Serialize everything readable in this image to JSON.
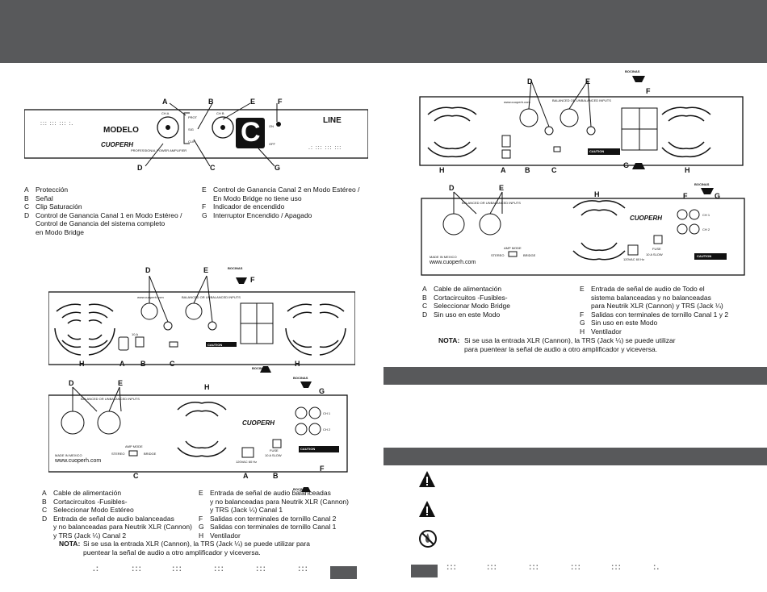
{
  "front_panel": {
    "model_label": "MODELO",
    "brand": "CUOPERH",
    "subtitle": "PROFESSIONAL POWER AMPLIFIER",
    "line_label": "LINE",
    "ch_a": "CH A",
    "ch_b": "CH B",
    "prot": "PROT",
    "sig": "SIG",
    "clip": "CLIP",
    "on": "ON",
    "off": "OFF",
    "big_logo": "C",
    "dots_left": "::: ::: ::: :.",
    "dots_right": ".: ::: ::: :::",
    "letters": {
      "A": "A",
      "B": "B",
      "C": "C",
      "D": "D",
      "E": "E",
      "F": "F",
      "G": "G"
    }
  },
  "legend_front": {
    "left": [
      {
        "key": "A",
        "text": "Protección"
      },
      {
        "key": "B",
        "text": "Señal"
      },
      {
        "key": "C",
        "text": "Clip Saturación"
      },
      {
        "key": "D",
        "text": "Control de Ganancia Canal 1 en Modo Estéreo /\nControl de Ganancia del sistema completo\nen Modo Bridge"
      }
    ],
    "right": [
      {
        "key": "E",
        "text": "Control de Ganancia Canal 2 en Modo Estéreo /\nEn Modo Bridge no tiene uso"
      },
      {
        "key": "F",
        "text": "Indicador de encendido"
      },
      {
        "key": "G",
        "text": "Interruptor Encendido / Apagado"
      }
    ]
  },
  "rear": {
    "bocinas": "BOCINAS",
    "caution": "CAUTION",
    "website": "www.cuoperh.com",
    "made_in": "MADE IN MEXICO",
    "brand": "CUOPERH",
    "balanced_label": "BALANCED OR UNBALANCED INPUTS",
    "ch1": "CH 1",
    "ch2": "CH 2",
    "stereo": "STEREO",
    "bridge": "BRIDGE",
    "amp_mode": "AMP MODE",
    "fuse": "FUSE",
    "voltage": "120VAC 60 Hz",
    "fuse_rating": "10 A SLOW",
    "ten_a": "10 A"
  },
  "legend_left_rear": {
    "left": [
      {
        "key": "A",
        "text": "Cable de alimentación"
      },
      {
        "key": "B",
        "text": "Cortacircuitos  -Fusibles-"
      },
      {
        "key": "C",
        "text": "Seleccionar Modo Estéreo"
      },
      {
        "key": "D",
        "text": "Entrada de señal de audio balanceadas\ny no balanceadas para Neutrik XLR (Cannon)\ny TRS (Jack ¼) Canal 2"
      }
    ],
    "right": [
      {
        "key": "E",
        "text": "Entrada de señal de audio balanceadas\ny no balanceadas para Neutrik XLR (Cannon)\ny TRS (Jack ¼) Canal 1"
      },
      {
        "key": "F",
        "text": "Salidas con terminales de tornillo Canal 2"
      },
      {
        "key": "G",
        "text": "Salidas con terminales de tornillo Canal 1"
      },
      {
        "key": "H",
        "text": "Ventilador"
      }
    ],
    "nota_label": "NOTA:",
    "nota_text": "Si se usa la entrada XLR (Cannon), la TRS (Jack ¼) se puede utilizar para\npuentear la señal de audio a otro amplificador y viceversa."
  },
  "legend_right_rear": {
    "left": [
      {
        "key": "A",
        "text": "Cable de alimentación"
      },
      {
        "key": "B",
        "text": "Cortacircuitos  -Fusibles-"
      },
      {
        "key": "C",
        "text": "Seleccionar Modo Bridge"
      },
      {
        "key": "D",
        "text": "Sin uso en este Modo"
      }
    ],
    "right": [
      {
        "key": "E",
        "text": "Entrada de señal de audio de Todo el\nsistema balanceadas y no balanceadas\npara Neutrik XLR (Cannon) y TRS (Jack ¼)"
      },
      {
        "key": "F",
        "text": "Salidas con terminales de tornillo Canal 1 y 2"
      },
      {
        "key": "G",
        "text": "Sin uso en este Modo"
      },
      {
        "key": "H",
        "text": "Ventilador"
      }
    ],
    "nota_label": "NOTA:",
    "nota_text": "Si se usa la entrada XLR (Cannon), la TRS (Jack ¼) se puede utilizar\npara puentear la señal de audio a otro amplificador y viceversa."
  },
  "page_dots_left": [
    ".:",
    ":::",
    ":::",
    ":::",
    ":::",
    ":::"
  ],
  "page_dots_right": [
    ":::",
    ":::",
    ":::",
    ":::",
    ":::",
    ":."
  ],
  "colors": {
    "header": "#58595b",
    "ink": "#111111"
  }
}
